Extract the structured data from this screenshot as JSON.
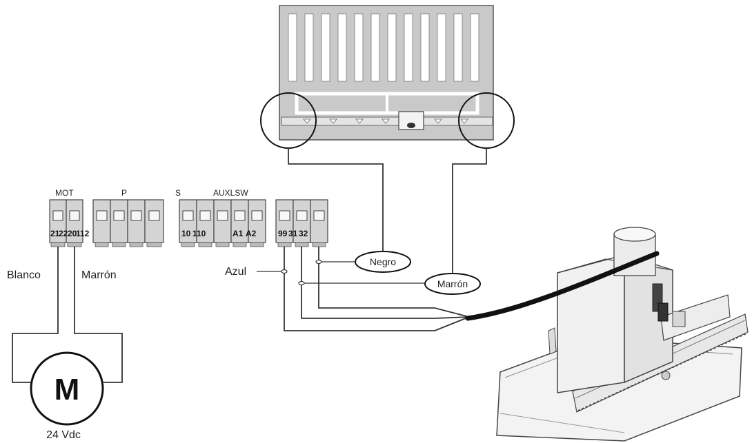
{
  "terminal_groups": {
    "mot": "MOT",
    "p": "P",
    "s": "S",
    "auxlsw": "AUXLSW"
  },
  "terminal_numbers": {
    "mot_a": "21",
    "mot_b": "22",
    "mot_c": "20",
    "mot_d": "112",
    "s_a": "10",
    "s_b": "110",
    "aux_a": "A1",
    "aux_b": "A2",
    "lsw_a": "99",
    "lsw_b": "31",
    "lsw_c": "32"
  },
  "wires": {
    "blanco": "Blanco",
    "marron_motor": "Marrón",
    "azul": "Azul",
    "negro": "Negro",
    "marron_switch": "Marrón"
  },
  "motor": {
    "symbol": "M",
    "voltage": "24 Vdc"
  }
}
